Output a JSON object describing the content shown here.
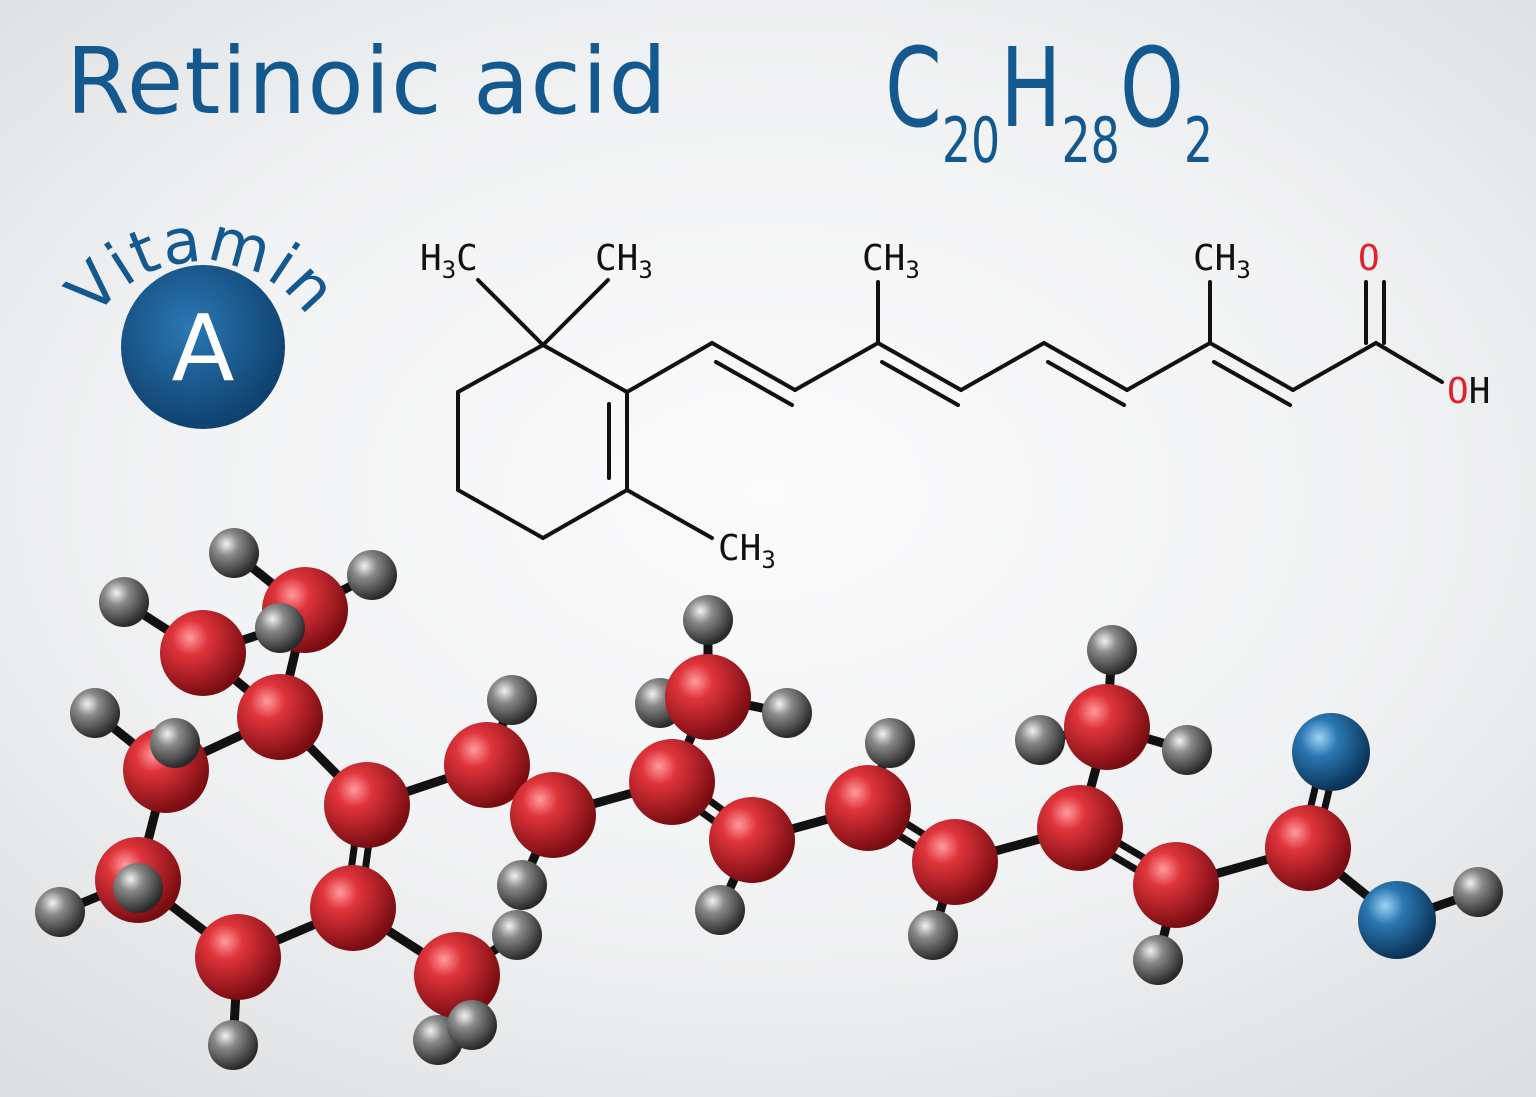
{
  "title": "Retinoic acid",
  "formula": {
    "parts": [
      {
        "symbol": "C",
        "count": "20"
      },
      {
        "symbol": "H",
        "count": "28"
      },
      {
        "symbol": "O",
        "count": "2"
      }
    ]
  },
  "badge": {
    "arc_text": "Vitamin",
    "letter": "A",
    "colors": {
      "circle": "#13598f",
      "text": "#13598f",
      "letter": "#ffffff"
    }
  },
  "structure_labels": {
    "h3c_left": {
      "main": "H",
      "sub": "3",
      "tail": "C"
    },
    "ch3_ring_top": {
      "main": "CH",
      "sub": "3"
    },
    "ch3_chain_1": {
      "main": "CH",
      "sub": "3"
    },
    "ch3_chain_2": {
      "main": "CH",
      "sub": "3"
    },
    "ch3_ring_bottom": {
      "main": "CH",
      "sub": "3"
    },
    "carbonyl_oxygen": "O",
    "hydroxyl": {
      "o": "O",
      "h": "H"
    }
  },
  "colors": {
    "text_blue": "#13598f",
    "carbon": "#d42b33",
    "hydrogen": "#6e6e6e",
    "oxygen_model": "#1f6aa0",
    "oxygen_label": "#e0202a",
    "bond": "#111111"
  }
}
